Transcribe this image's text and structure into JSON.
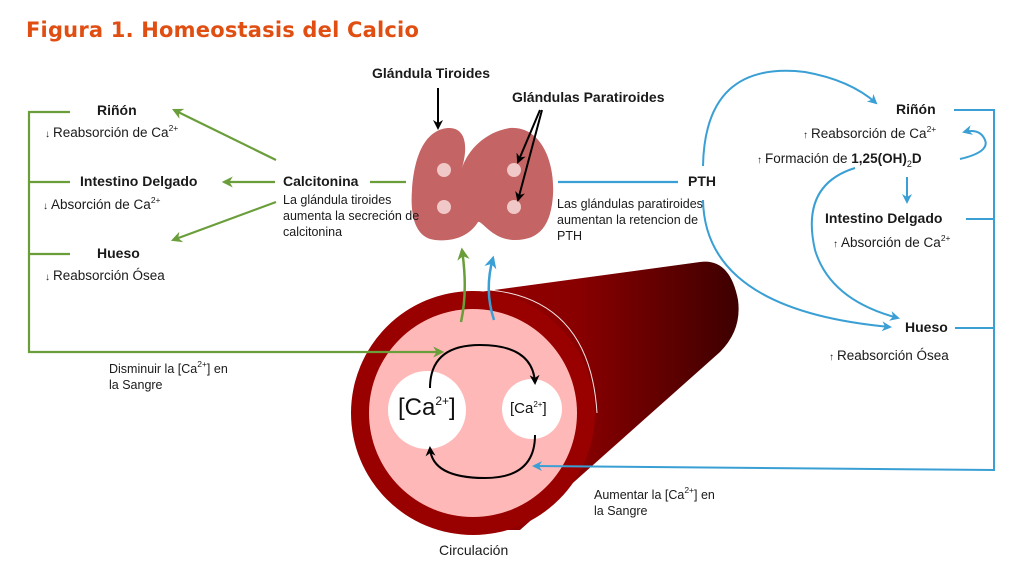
{
  "title": "Figura 1. Homeostasis del Calcio",
  "colors": {
    "title": "#e04e12",
    "calcitonin_path": "#6a9e3a",
    "pth_path": "#3a9fd4",
    "thyroid": "#c46464",
    "parathyroid": "#f0c8c8",
    "vessel_wall": "#990000",
    "vessel_lumen": "#ffb8b8",
    "vessel_dark": "#3d0000"
  },
  "glands": {
    "thyroid_label": "Glándula Tiroides",
    "parathyroid_label": "Glándulas Paratiroides"
  },
  "calcitonin": {
    "label": "Calcitonina",
    "description": "La glándula tiroides aumenta la secreción de calcitonina",
    "targets": [
      {
        "organ": "Riñón",
        "effect_direction": "down",
        "effect": "Reabsorción de Ca",
        "ion_charge": "2+"
      },
      {
        "organ": "Intestino Delgado",
        "effect_direction": "down",
        "effect": "Absorción de Ca",
        "ion_charge": "2+"
      },
      {
        "organ": "Hueso",
        "effect_direction": "down",
        "effect": "Reabsorción Ósea",
        "ion_charge": ""
      }
    ],
    "outcome_line1_prefix": "Disminuir la [Ca",
    "outcome_line1_charge": "2+",
    "outcome_line1_suffix": "] en",
    "outcome_line2": "la Sangre"
  },
  "pth": {
    "label": "PTH",
    "description": "Las glándulas paratiroides aumentan la retencion de PTH",
    "kidney": {
      "organ": "Riñón",
      "effects": [
        {
          "direction": "up",
          "text": "Reabsorción de Ca",
          "ion_charge": "2+"
        },
        {
          "direction": "up",
          "text_prefix": "Formación de ",
          "compound_prefix": "1,25(OH)",
          "compound_sub": "2",
          "compound_suffix": "D"
        }
      ]
    },
    "intestine": {
      "organ": "Intestino Delgado",
      "effect_direction": "up",
      "effect": "Absorción de Ca",
      "ion_charge": "2+"
    },
    "bone": {
      "organ": "Hueso",
      "effect_direction": "up",
      "effect": "Reabsorción Ósea"
    },
    "outcome_line1_prefix": "Aumentar la [Ca",
    "outcome_line1_charge": "2+",
    "outcome_line1_suffix": "] en",
    "outcome_line2": "la Sangre"
  },
  "circulation": {
    "label": "Circulación",
    "pool_high": {
      "prefix": "[Ca",
      "charge": "2+",
      "suffix": "]"
    },
    "pool_low": {
      "prefix": "[Ca",
      "charge": "2+",
      "suffix": "]"
    }
  },
  "glyphs": {
    "down_arrow": "↓",
    "up_arrow": "↑"
  }
}
